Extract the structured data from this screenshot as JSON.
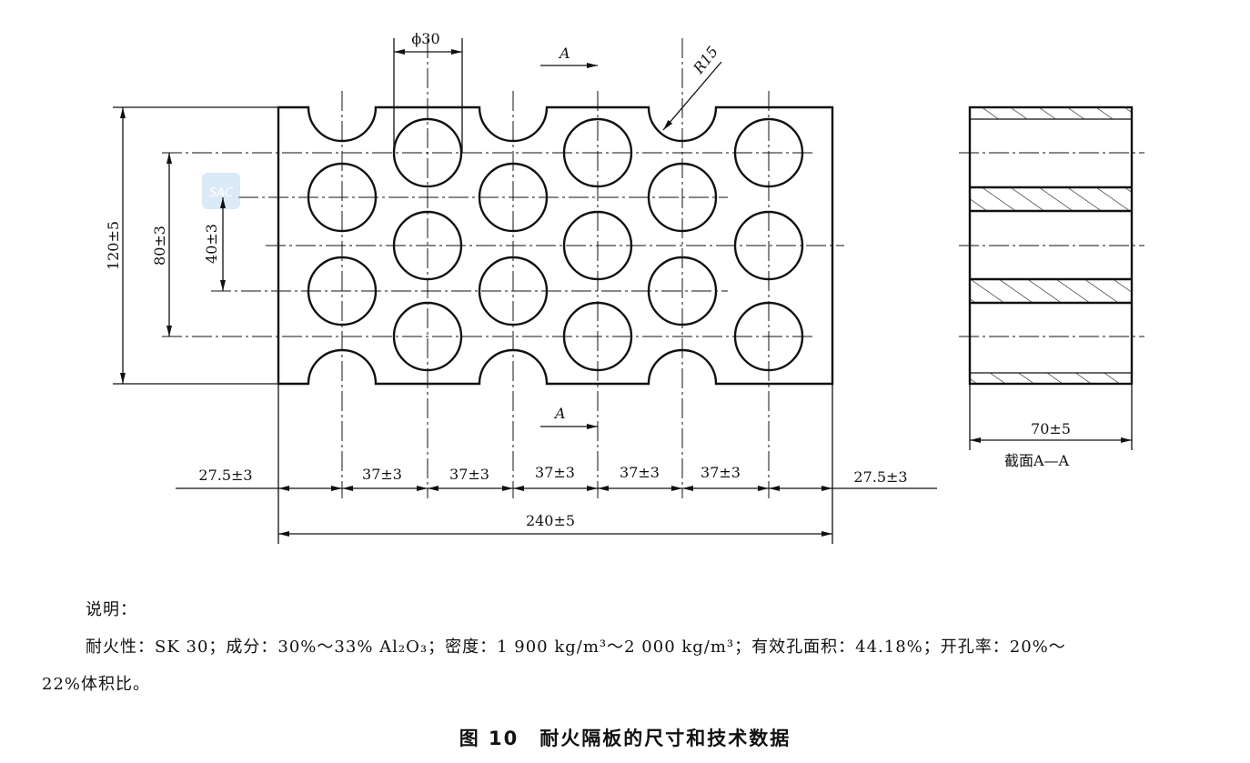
{
  "drawing": {
    "hole_diameter_label": "ϕ30",
    "radius_label": "R15",
    "section_marker": "A",
    "height_dim": "120±5",
    "row_span_dim": "80±3",
    "row_pitch_dim": "40±3",
    "edge_dims": [
      "27.5±3",
      "27.5±3"
    ],
    "pitch_dims": [
      "37±3",
      "37±3",
      "37±3",
      "37±3",
      "37±3"
    ],
    "total_length_dim": "240±5",
    "thickness_dim": "70±5",
    "section_label": "截面A—A",
    "watermark": "SAC"
  },
  "notes": {
    "heading": "说明：",
    "line1": "耐火性：SK 30；成分：30%～33% Al₂O₃；密度：1 900 kg/m³～2 000 kg/m³；有效孔面积：44.18%；开孔率：20%～",
    "line2": "22%体积比。"
  },
  "caption": "图 10　耐火隔板的尺寸和技术数据"
}
